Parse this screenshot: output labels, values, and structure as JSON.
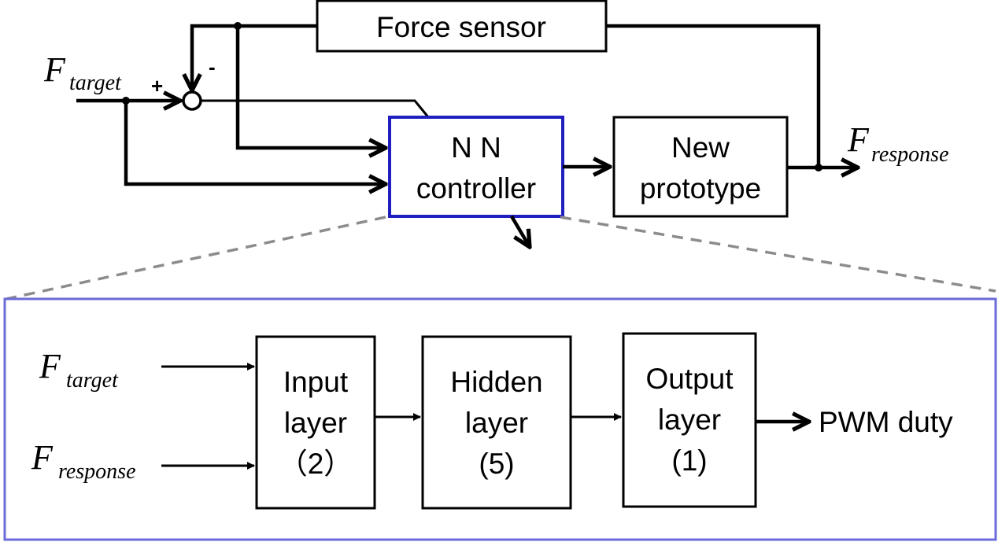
{
  "colors": {
    "nn_box_border": "#1f1fbf",
    "detail_panel_border": "#6b6bd9",
    "dashed_connector": "#8c8c8c",
    "line": "#000000"
  },
  "top": {
    "input_symbol": "F",
    "input_subscript": "target",
    "plus_sign": "+",
    "minus_sign": "-",
    "sensor_label": "Force sensor",
    "nn_line1": "N N",
    "nn_line2": "controller",
    "proto_line1": "New",
    "proto_line2": "prototype",
    "output_symbol": "F",
    "output_subscript": "response"
  },
  "detail": {
    "in1_symbol": "F",
    "in1_subscript": "target",
    "in2_symbol": "F",
    "in2_subscript": "response",
    "input_layer": [
      "Input",
      "layer",
      "（2）"
    ],
    "hidden_layer": [
      "Hidden",
      "layer",
      "(5)"
    ],
    "output_layer": [
      "Output",
      "layer",
      "(1)"
    ],
    "output_label": "PWM duty"
  }
}
